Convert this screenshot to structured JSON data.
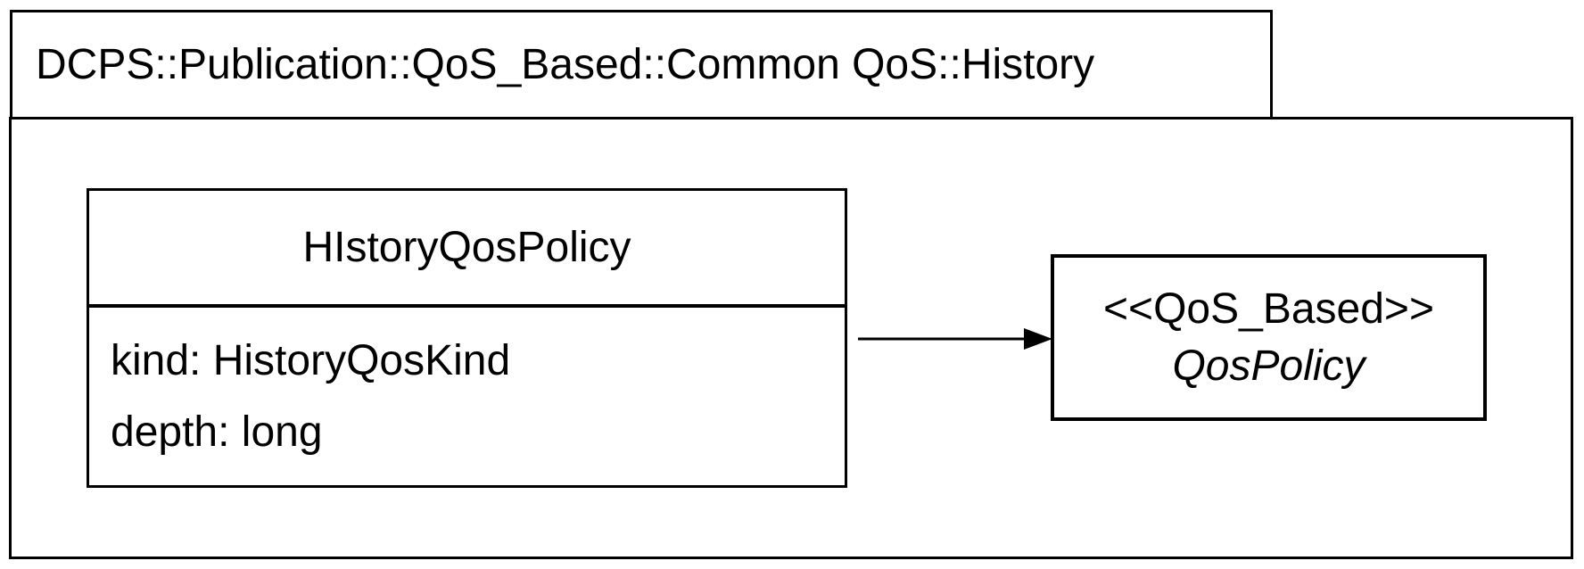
{
  "package": {
    "title": "DCPS::Publication::QoS_Based::Common QoS::History"
  },
  "class_node": {
    "title": "HIstoryQosPolicy",
    "attributes": [
      "kind: HistoryQosKind",
      "depth: long"
    ]
  },
  "policy_node": {
    "stereotype": "<<QoS_Based>>",
    "name": "QosPolicy"
  },
  "relation": {
    "type": "directed-association",
    "from": "HIstoryQosPolicy",
    "to": "QosPolicy"
  },
  "colors": {
    "line": "#000000",
    "text": "#000000",
    "background": "#ffffff"
  }
}
